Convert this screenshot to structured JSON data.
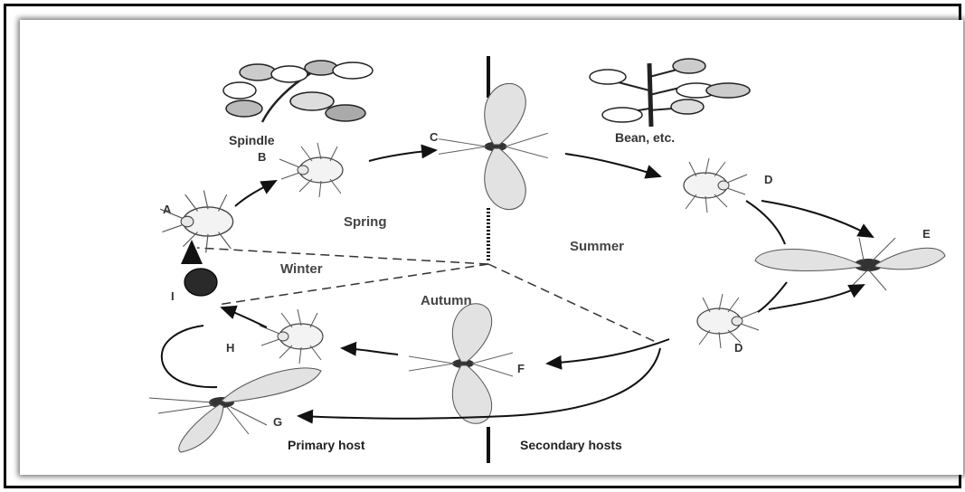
{
  "plants": {
    "spindle": "Spindle",
    "bean": "Bean, etc."
  },
  "seasons": {
    "spring": "Spring",
    "summer": "Summer",
    "winter": "Winter",
    "autumn": "Autumn"
  },
  "hosts": {
    "primary": "Primary host",
    "secondary": "Secondary hosts"
  },
  "stages": {
    "A": "A",
    "B": "B",
    "C": "C",
    "D1": "D",
    "E": "E",
    "D2": "D",
    "F": "F",
    "H": "H",
    "G": "G",
    "I": "I"
  }
}
